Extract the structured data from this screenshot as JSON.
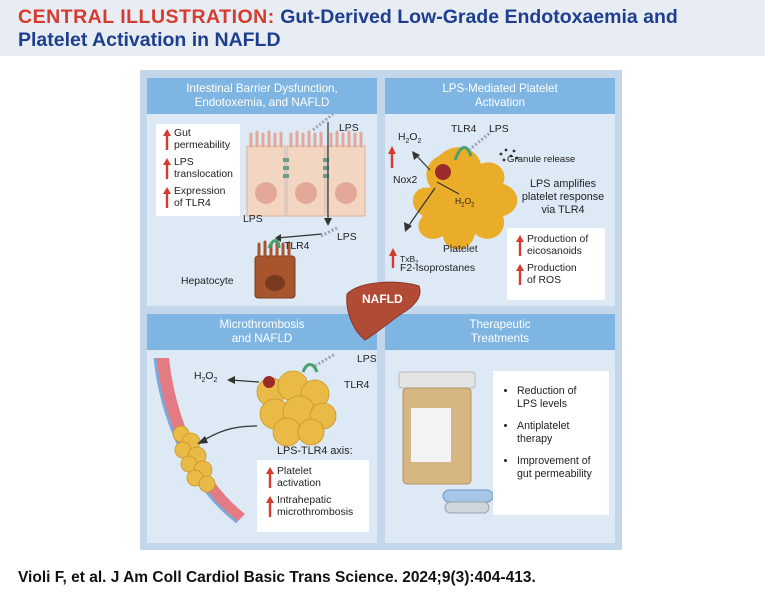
{
  "header": {
    "prefix": "CENTRAL ILLUSTRATION:",
    "title_line1": "Gut-Derived Low-Grade Endotoxaemia and",
    "title_line2": "Platelet Activation in NAFLD"
  },
  "panels": {
    "p1": {
      "title_l1": "Intestinal Barrier Dysfunction,",
      "title_l2": "Endotoxemia, and NAFLD",
      "box": [
        {
          "l1": "Gut",
          "l2": "permeability"
        },
        {
          "l1": "LPS",
          "l2": "translocation"
        },
        {
          "l1": "Expression",
          "l2": "of TLR4"
        }
      ],
      "lps_top": "LPS",
      "lps_left": "LPS",
      "lps_right": "LPS",
      "tlr4": "TLR4",
      "hepatocyte": "Hepatocyte"
    },
    "p2": {
      "title_l1": "LPS-Mediated Platelet",
      "title_l2": "Activation",
      "h2o2": "H",
      "h2o2_sub": "2",
      "h2o2_o": "O",
      "tlr4": "TLR4",
      "lps": "LPS",
      "granule": "Granule release",
      "nox2": "Nox2",
      "amplify_l1": "LPS amplifies",
      "amplify_l2": "platelet response",
      "amplify_l3": "via TLR4",
      "platelet": "Platelet",
      "txb": "TxB",
      "txb_sub": "2",
      "f2": "F2-Isoprostanes",
      "box": [
        {
          "l1": "Production of",
          "l2": "eicosanoids"
        },
        {
          "l1": "Production",
          "l2": "of ROS"
        }
      ]
    },
    "center": {
      "nafld": "NAFLD"
    },
    "p3": {
      "title_l1": "Microthrombosis",
      "title_l2": "and NAFLD",
      "lps": "LPS",
      "tlr4": "TLR4",
      "axis": "LPS-TLR4 axis:",
      "box": [
        {
          "l1": "Platelet",
          "l2": "activation"
        },
        {
          "l1": "Intrahepatic",
          "l2": "microthrombosis"
        }
      ]
    },
    "p4": {
      "title_l1": "Therapeutic",
      "title_l2": "Treatments",
      "bullets": [
        {
          "l1": "Reduction of",
          "l2": "LPS levels"
        },
        {
          "l1": "Antiplatelet",
          "l2": "therapy"
        },
        {
          "l1": "Improvement of",
          "l2": "gut permeability"
        }
      ]
    }
  },
  "footer": "Violi F, et al. J Am Coll Cardiol Basic Trans Science. 2024;9(3):404-413.",
  "colors": {
    "accent_red": "#d63b2f",
    "title_blue": "#1e3f8f",
    "panel_header": "#7fb5e2"
  }
}
